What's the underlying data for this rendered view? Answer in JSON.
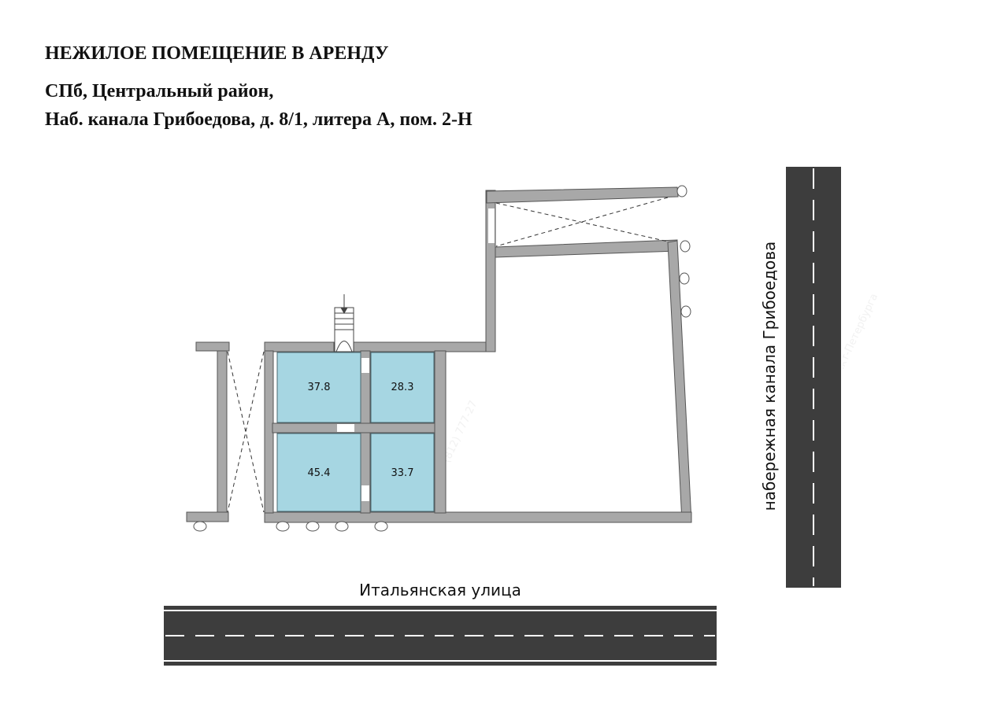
{
  "header": {
    "title": "НЕЖИЛОЕ ПОМЕЩЕНИЕ В АРЕНДУ",
    "address_line1": "СПб, Центральный район,",
    "address_line2": "Наб. канала Грибоедова, д. 8/1, литера А, пом. 2-Н"
  },
  "rooms": [
    {
      "id": "room-1",
      "area": "37.8"
    },
    {
      "id": "room-2",
      "area": "28.3"
    },
    {
      "id": "room-3",
      "area": "45.4"
    },
    {
      "id": "room-4",
      "area": "33.7"
    }
  ],
  "streets": {
    "bottom": "Итальянская улица",
    "right": "набережная канала Грибоедова"
  },
  "watermark": {
    "phone": "+7 (812) 777-27",
    "org": "Фонд имущества Санкт-Петербурга"
  },
  "colors": {
    "wall": "#a8a8a8",
    "wall_stroke": "#555555",
    "room_fill": "#a6d6e2",
    "road": "#3d3d3d",
    "road_marking": "#ffffff"
  }
}
